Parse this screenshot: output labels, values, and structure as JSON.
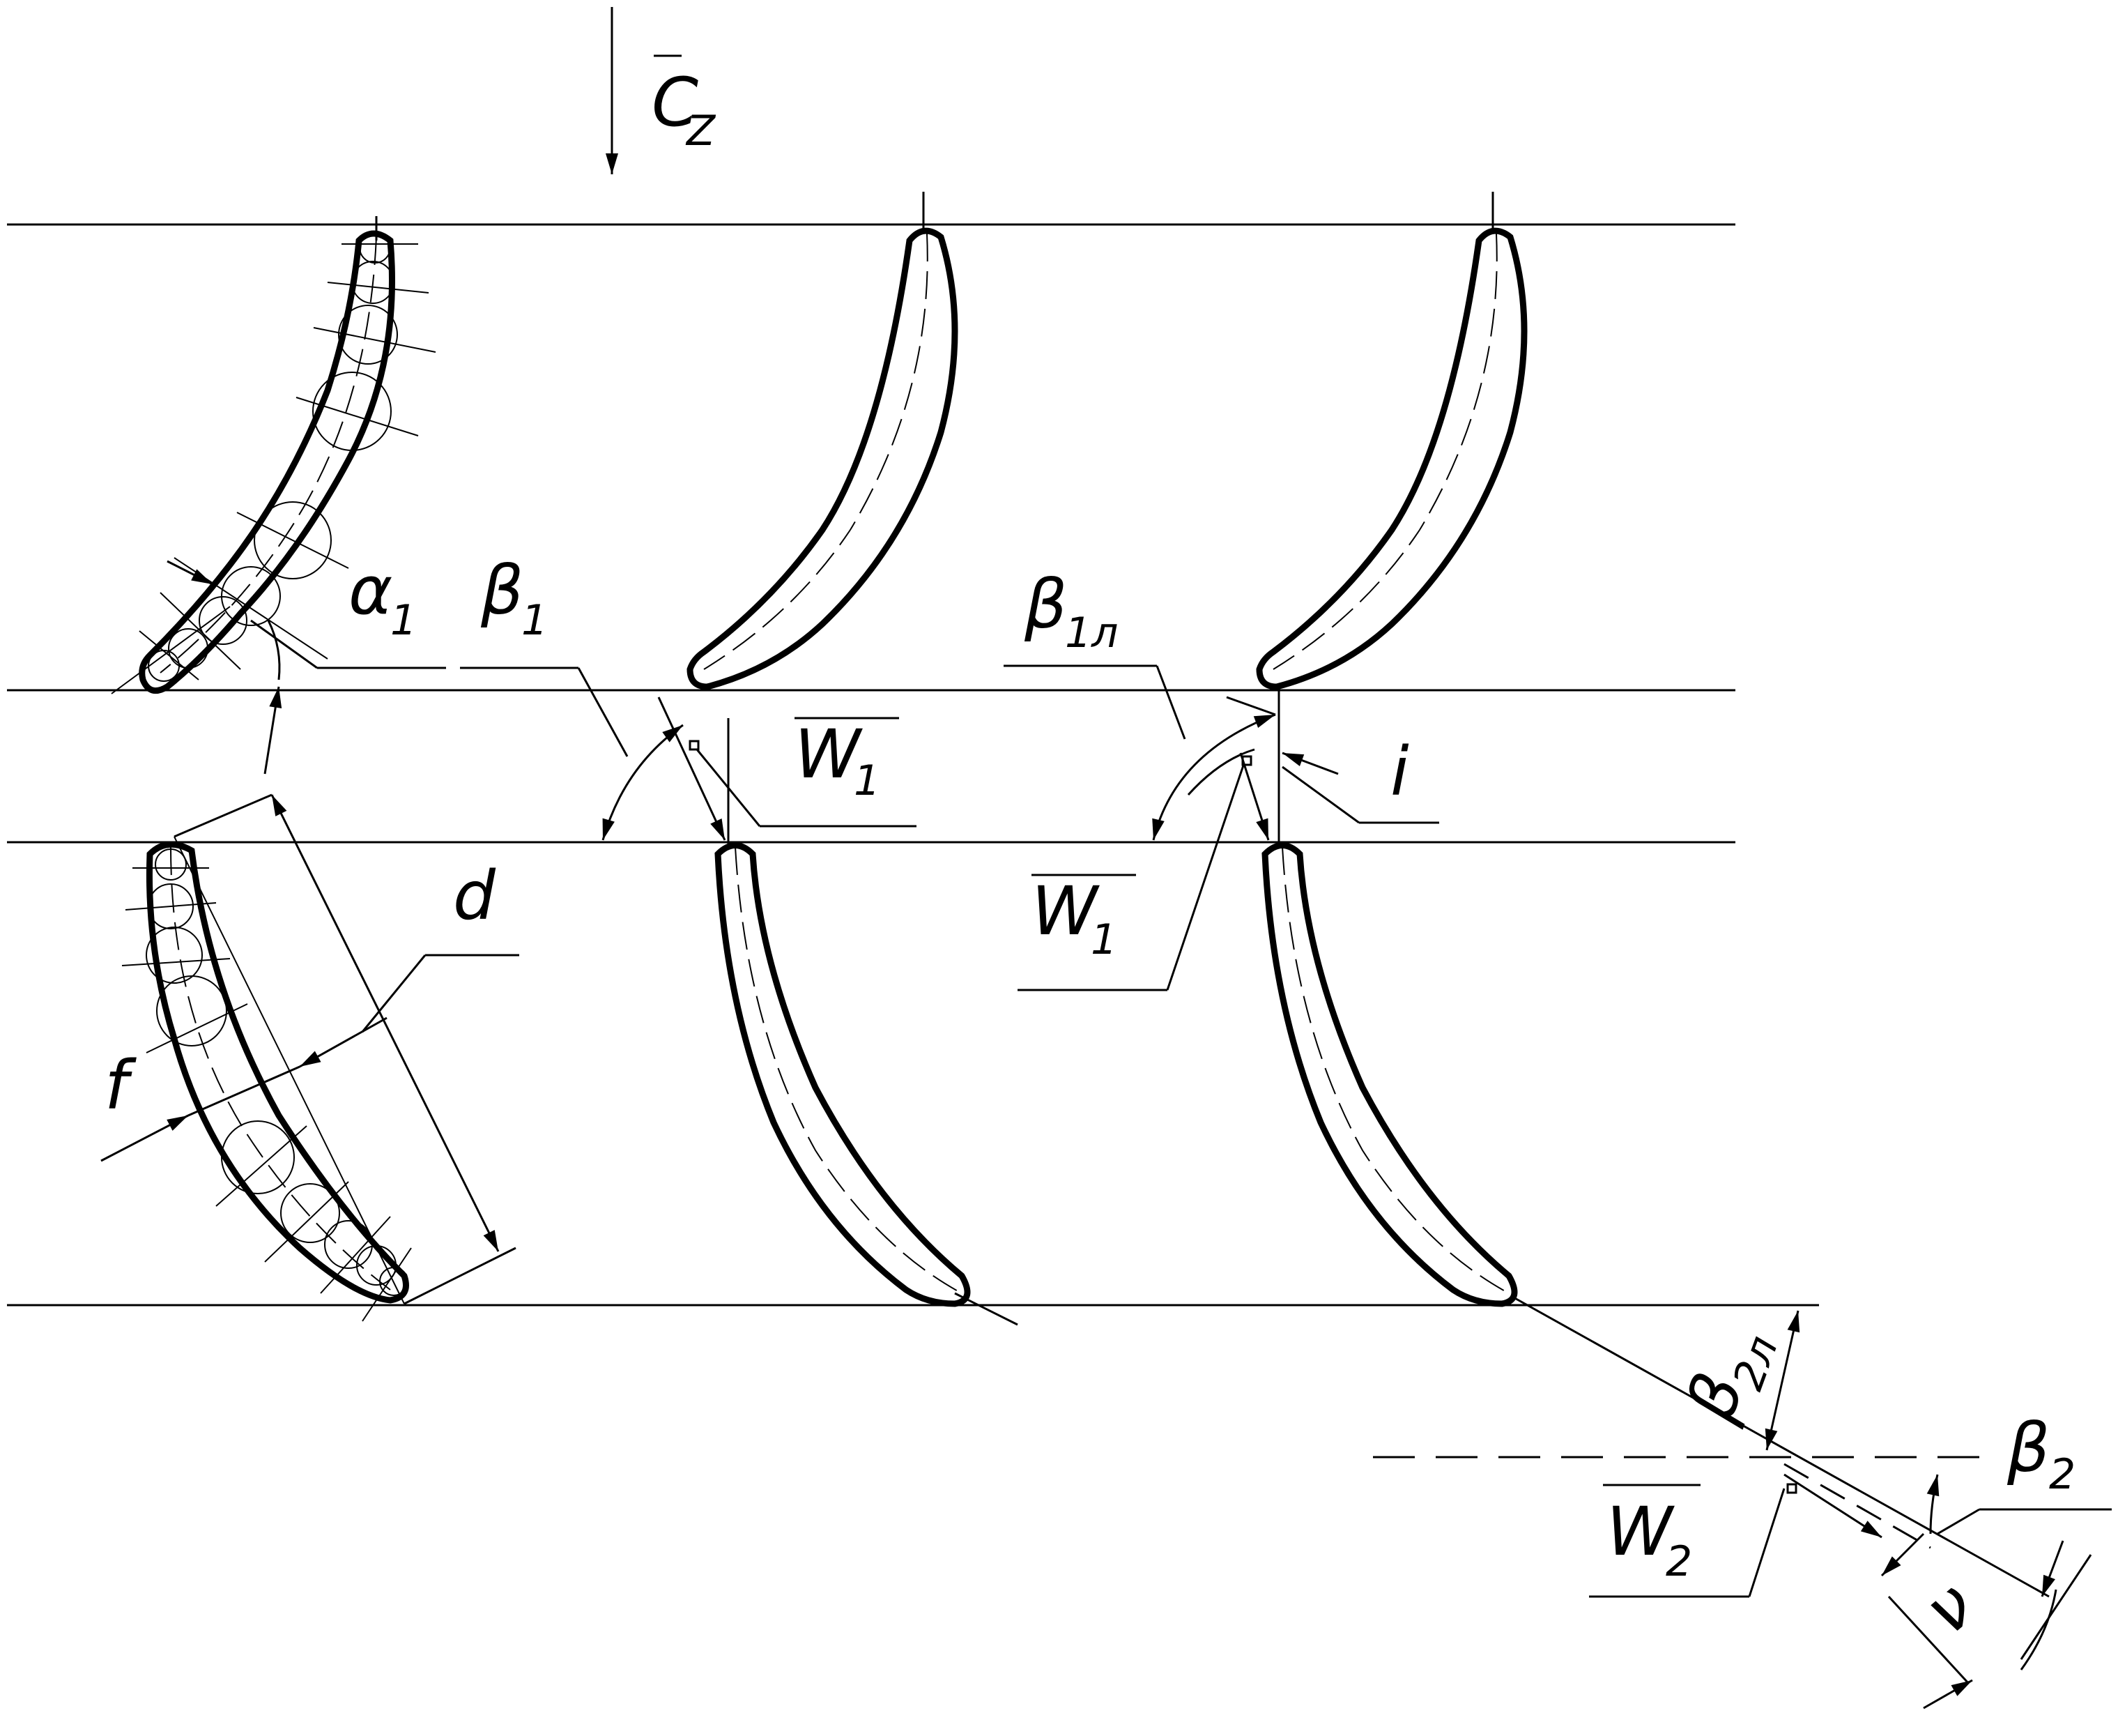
{
  "labels": {
    "cz": "C",
    "cz_sub": "Z",
    "alpha1": "α",
    "alpha1_sub": "1",
    "beta1": "β",
    "beta1_sub": "1",
    "beta1l": "β",
    "beta1l_sub": "1л",
    "w1a": "W",
    "w1a_sub": "1",
    "w1b": "W",
    "w1b_sub": "1",
    "i": "i",
    "d": "d",
    "f": "f",
    "beta2l": "β",
    "beta2l_sub": "2л",
    "beta2": "β",
    "beta2_sub": "2",
    "w2": "W",
    "w2_sub": "2",
    "nu": "ν"
  },
  "colors": {
    "ink": "#000000",
    "paper": "#ffffff"
  }
}
